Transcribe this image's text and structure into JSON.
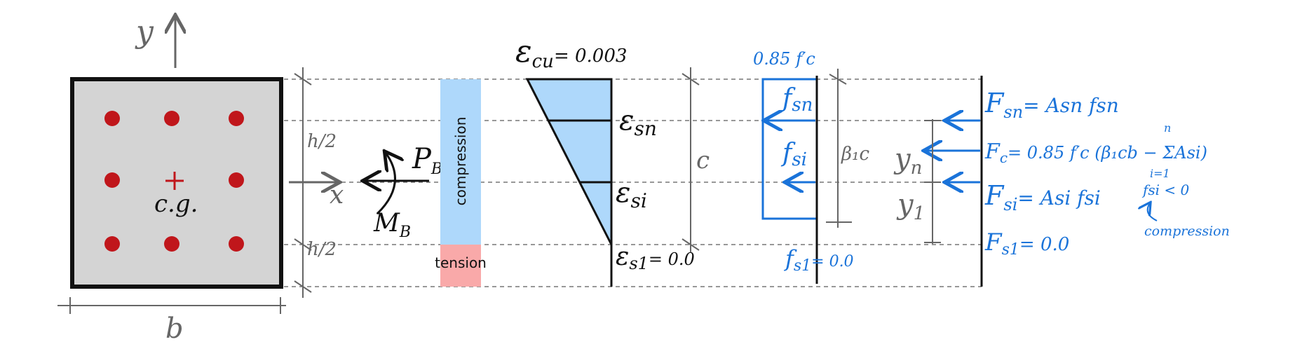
{
  "colors": {
    "ink": "#111111",
    "dim": "#666666",
    "blue": "#1a73d9",
    "section_fill": "#d4d4d4",
    "rebar": "#c0161b",
    "compression_fill": "#aed8fb",
    "tension_fill": "#f9a9a9"
  },
  "section": {
    "y_axis_label": "y",
    "x_axis_label": "x",
    "cg_label": "c.g.",
    "width_label": "b",
    "half_height_top": "h/2",
    "half_height_bottom": "h/2",
    "load_label": "P",
    "load_sub": "B",
    "moment_label": "M",
    "moment_sub": "B"
  },
  "stress_zones": {
    "compression_label": "compression",
    "tension_label": "tension"
  },
  "strain": {
    "top_strain": "ε",
    "top_strain_sub": "cu",
    "top_strain_value": "= 0.003",
    "esn": "ε",
    "esn_sub": "sn",
    "esi": "ε",
    "esi_sub": "si",
    "es1": "ε",
    "es1_sub": "s1",
    "es1_value": "= 0.0",
    "neutral_axis_label": "c"
  },
  "stress": {
    "concrete_label": "0.85 f′c",
    "fsn": "f",
    "fsn_sub": "sn",
    "fsi": "f",
    "fsi_sub": "si",
    "fs1": "f",
    "fs1_sub": "s1",
    "fs1_value": "= 0.0",
    "block_depth": "β₁c"
  },
  "forces": {
    "Fsn": "F",
    "Fsn_sub": "sn",
    "Fsn_eq": "= Asn fsn",
    "Fc": "F",
    "Fc_sub": "c",
    "Fc_eq": "= 0.85 f′c (β₁cb − ΣAsi)",
    "sum_lower": "i=1",
    "sum_upper": "n",
    "Fsi": "F",
    "Fsi_sub": "si",
    "Fsi_eq": "= Asi fsi",
    "Fs1": "F",
    "Fs1_sub": "s1",
    "Fs1_eq": "= 0.0",
    "yn_label": "y",
    "yn_sub": "n",
    "y1_label": "y",
    "y1_sub": "1",
    "condition": "fsi < 0",
    "condition_note": "compression"
  }
}
